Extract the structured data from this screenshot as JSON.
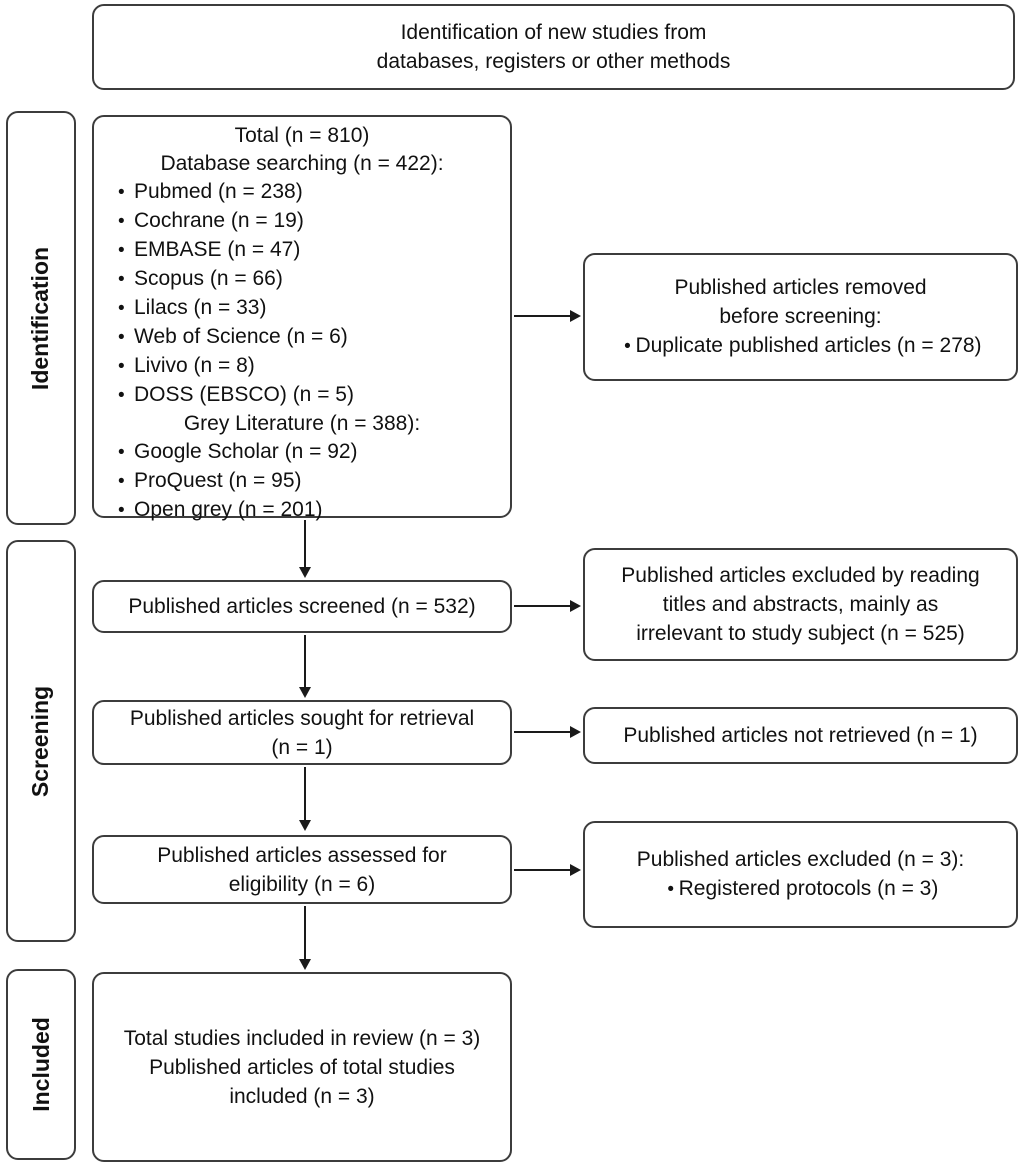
{
  "colors": {
    "border": "#3c3c3c",
    "text": "#111111",
    "background": "#ffffff",
    "arrow": "#1a1a1a"
  },
  "bullet_char": "•",
  "header": {
    "title_line1": "Identification of new studies from",
    "title_line2": "databases, registers or other methods"
  },
  "sidebar": {
    "identification_label": "Identification",
    "screening_label": "Screening",
    "included_label": "Included"
  },
  "identification": {
    "records_box": {
      "total_line": "Total (n = 810)",
      "database_heading": "Database searching (n = 422):",
      "database_bullets": [
        "Pubmed (n = 238)",
        "Cochrane (n = 19)",
        "EMBASE (n = 47)",
        "Scopus (n = 66)",
        "Lilacs (n = 33)",
        "Web of Science (n = 6)",
        "Livivo (n = 8)",
        "DOSS (EBSCO) (n = 5)"
      ],
      "grey_heading": "Grey Literature (n = 388):",
      "grey_bullets": [
        "Google Scholar (n = 92)",
        "ProQuest  (n = 95)",
        "Open grey (n = 201)"
      ]
    },
    "removed_box": {
      "line1": "Published articles removed",
      "line2": "before screening:",
      "bullet": "Duplicate published articles (n = 278)"
    }
  },
  "screening": {
    "screened_box": {
      "line1": "Published articles screened (n = 532)"
    },
    "excluded_reading_box": {
      "line1": "Published articles excluded by reading",
      "line2": "titles and abstracts, mainly as",
      "line3": "irrelevant to study subject (n = 525)"
    },
    "sought_box": {
      "line1": "Published articles sought for retrieval",
      "line2": "(n = 1)"
    },
    "not_retrieved_box": {
      "line1": "Published articles not retrieved (n = 1)"
    },
    "eligibility_box": {
      "line1": "Published articles assessed for",
      "line2": "eligibility (n = 6)"
    },
    "excluded_box": {
      "heading": "Published articles excluded (n = 3):",
      "bullet": "Registered protocols (n = 3)"
    }
  },
  "included": {
    "included_box": {
      "line1": "Total studies included in review (n = 3)",
      "line2": "Published articles of total studies",
      "line3": "included (n = 3)"
    }
  }
}
